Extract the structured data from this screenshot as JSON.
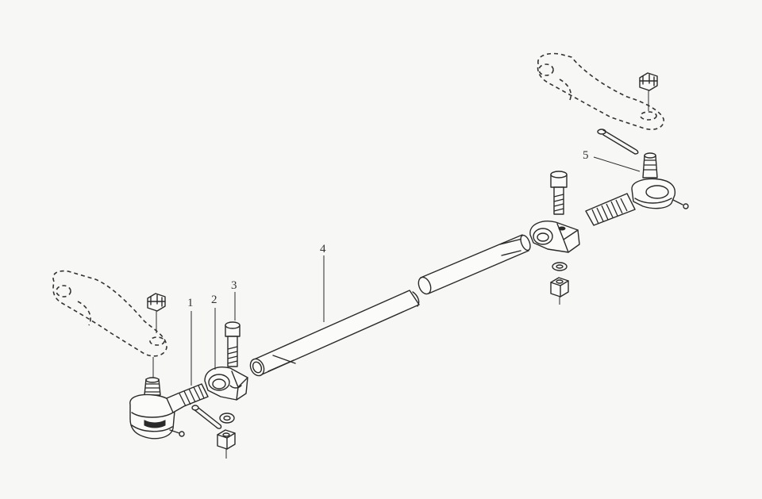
{
  "diagram": {
    "callouts": [
      {
        "id": "1",
        "label": "1"
      },
      {
        "id": "2",
        "label": "2"
      },
      {
        "id": "3",
        "label": "3"
      },
      {
        "id": "4",
        "label": "4"
      },
      {
        "id": "5",
        "label": "5"
      }
    ]
  },
  "colors": {
    "ink": "#2a2a2a",
    "paper": "#f7f7f5"
  }
}
